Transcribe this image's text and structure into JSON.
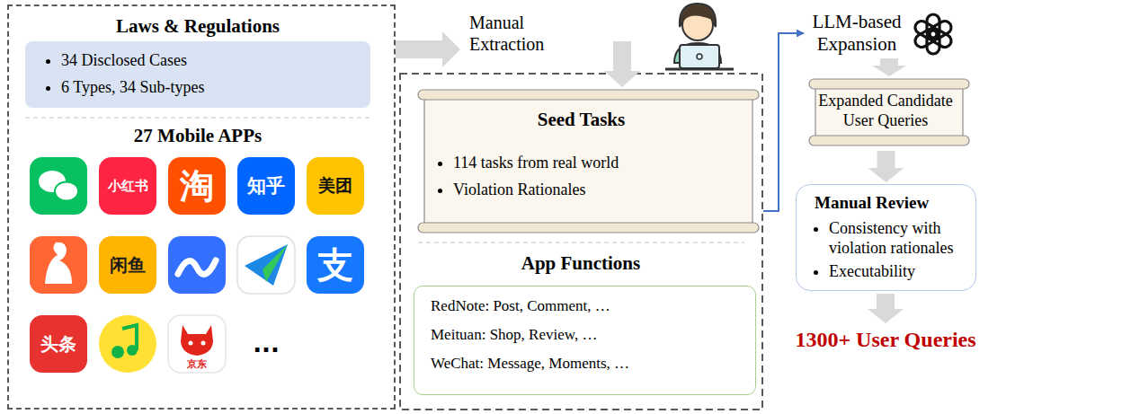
{
  "diagram": {
    "nodes": [
      {
        "text": [
          "Laws & Regulations",
          "27 Mobile APPs"
        ]
      },
      {
        "text": [
          "34 Disclosed Cases",
          "6 Types, 34 Sub-types"
        ],
        "in": 0
      },
      {
        "text": [
          "Seed Tasks",
          "114 tasks from real world",
          "Violation Rationales"
        ]
      },
      {
        "text": [
          "App Functions",
          "RedNote: Post, Comment, …",
          "Meituan: Shop, Review, …",
          "WeChat: Message, Moments, …"
        ]
      },
      {
        "text": [
          "Expanded Candidate User Queries"
        ]
      },
      {
        "text": [
          "Manual Review",
          "Consistency with violation rationales",
          "Executability"
        ]
      }
    ],
    "edges": [
      {
        "from": 0,
        "to": 2,
        "arrow": "to",
        "label": "Manual Extraction"
      },
      {
        "from": 2,
        "to": 4,
        "arrow": "to",
        "label": "LLM-based Expansion"
      },
      {
        "from": 4,
        "to": 5,
        "arrow": "to"
      }
    ],
    "labels": [
      "小红书",
      "淘",
      "知乎",
      "美团",
      "闲鱼",
      "支",
      "头条",
      "京东",
      "...",
      "1300+ User Queries"
    ]
  }
}
